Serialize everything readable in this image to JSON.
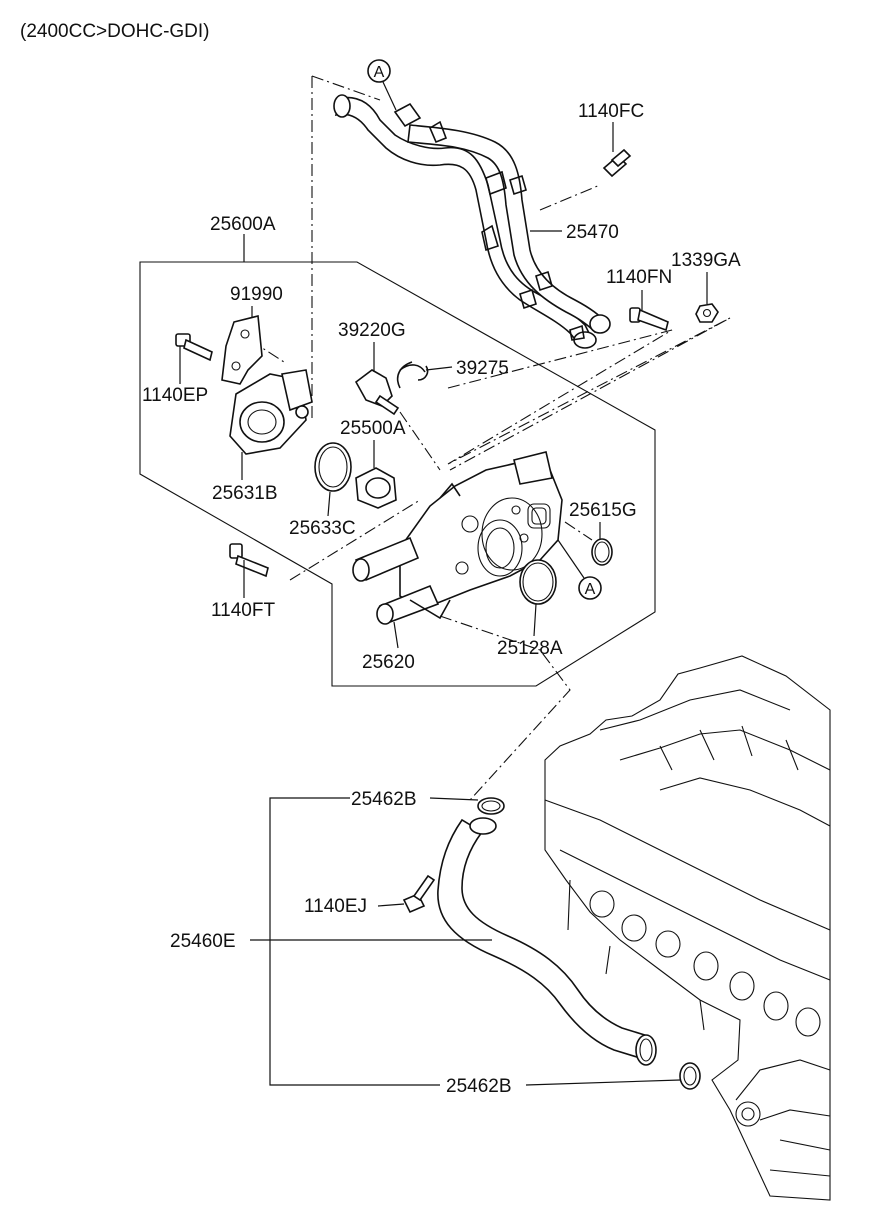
{
  "header": {
    "engine_spec": "(2400CC>DOHC-GDI)"
  },
  "callouts": {
    "ref_a": "A"
  },
  "parts": {
    "p1140FC": "1140FC",
    "p25470": "25470",
    "p25600A": "25600A",
    "p1140FN": "1140FN",
    "p1339GA": "1339GA",
    "p91990": "91990",
    "p39220G": "39220G",
    "p39275": "39275",
    "p1140EP": "1140EP",
    "p25500A": "25500A",
    "p25631B": "25631B",
    "p25615G": "25615G",
    "p25633C": "25633C",
    "p1140FT": "1140FT",
    "p25620": "25620",
    "p25128A": "25128A",
    "p25462B_top": "25462B",
    "p1140EJ": "1140EJ",
    "p25460E": "25460E",
    "p25462B_bottom": "25462B"
  }
}
